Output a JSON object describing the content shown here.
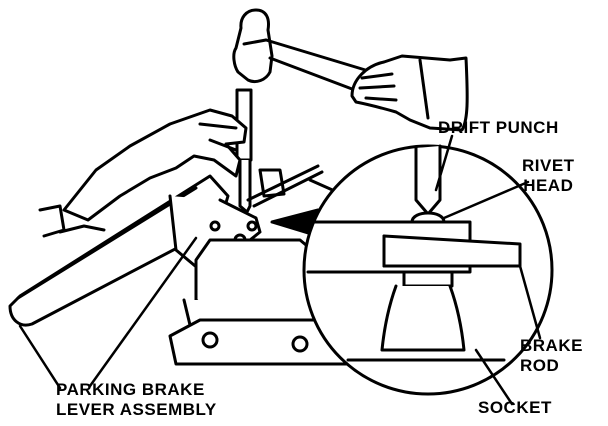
{
  "labels": {
    "drift_punch": "DRIFT PUNCH",
    "rivet_head": [
      "RIVET",
      "HEAD"
    ],
    "brake_rod": [
      "BRAKE",
      "ROD"
    ],
    "socket": "SOCKET",
    "parking_brake": [
      "PARKING BRAKE",
      "LEVER ASSEMBLY"
    ]
  },
  "colors": {
    "ink": "#000000",
    "paper": "#ffffff"
  }
}
